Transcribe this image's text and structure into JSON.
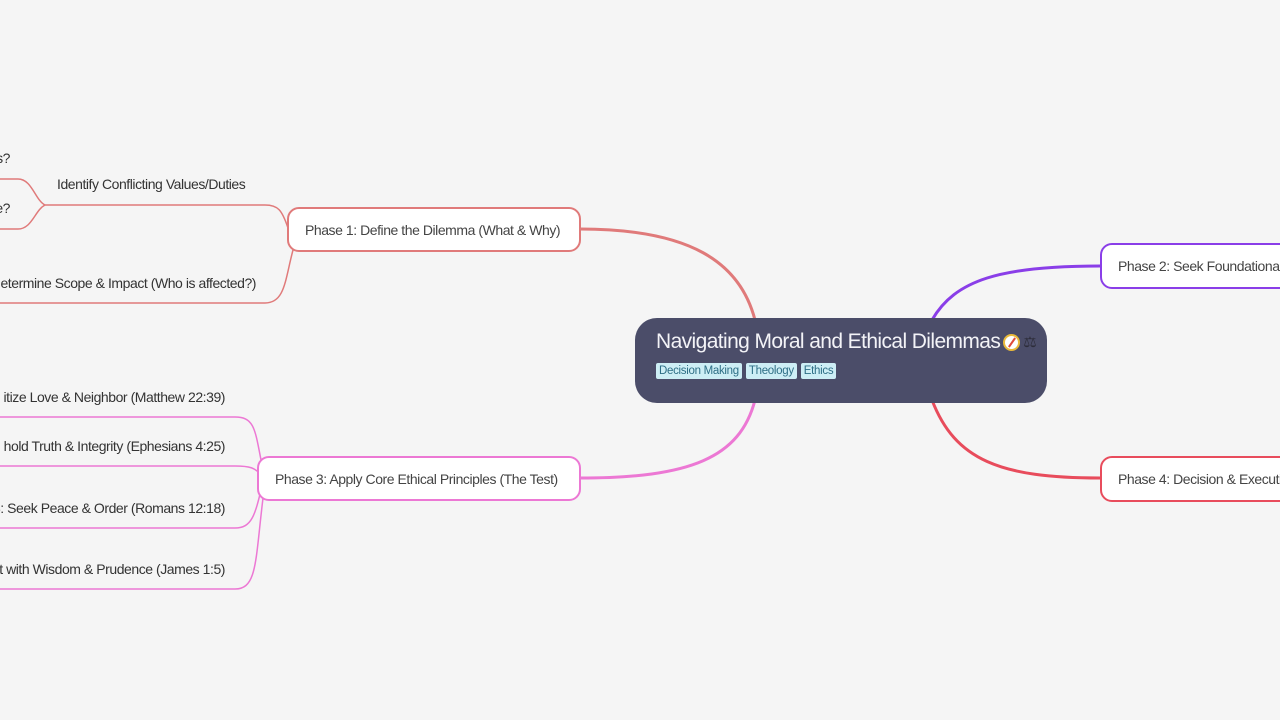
{
  "root": {
    "title": "Navigating Moral and Ethical Dilemmas",
    "icons": [
      "compass-icon",
      "scales-icon"
    ],
    "tags": [
      "Decision Making",
      "Theology",
      "Ethics"
    ],
    "background_color": "#4b4d69"
  },
  "branches": [
    {
      "label": "Phase 1: Define the Dilemma (What & Why)",
      "color": "#e07a7a",
      "children": [
        {
          "label": "Identify Conflicting Values/Duties",
          "children": [
            {
              "label": "s?"
            },
            {
              "label": "e?"
            }
          ]
        },
        {
          "label": "etermine Scope & Impact (Who is affected?)"
        }
      ]
    },
    {
      "label": "Phase 2: Seek Foundationa",
      "color": "#8a3ee8"
    },
    {
      "label": "Phase 3: Apply Core Ethical Principles (The Test)",
      "color": "#ec78d4",
      "children": [
        {
          "label": "itize Love & Neighbor (Matthew 22:39)"
        },
        {
          "label": "hold Truth & Integrity (Ephesians 4:25)"
        },
        {
          "label": "3: Seek Peace & Order (Romans 12:18)"
        },
        {
          "label": "t with Wisdom & Prudence (James 1:5)"
        }
      ]
    },
    {
      "label": "Phase 4: Decision & Executi",
      "color": "#e84c5c"
    }
  ]
}
